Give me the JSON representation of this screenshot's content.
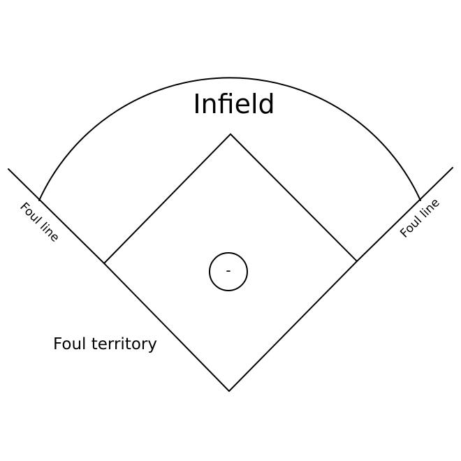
{
  "labels": {
    "infield": "Infield",
    "foul_line_left": "Foul line",
    "foul_line_right": "Foul line",
    "foul_territory": "Foul territory",
    "mound": "-"
  },
  "colors": {
    "stroke": "#000000",
    "background": "#ffffff"
  }
}
